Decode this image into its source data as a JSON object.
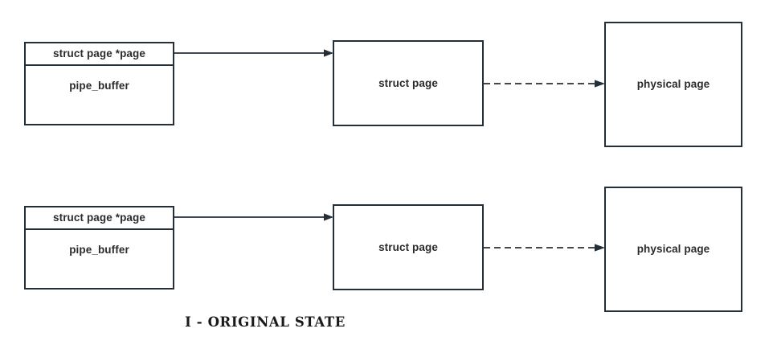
{
  "figure": {
    "caption": "I - ORIGINAL STATE",
    "background_color": "#ffffff",
    "stroke_color": "#252f38",
    "text_color": "#2b2b2b"
  },
  "rows": [
    {
      "id": "row-1",
      "pipe_buffer": {
        "header_label": "struct page *page",
        "body_label": "pipe_buffer"
      },
      "struct_page": {
        "label": "struct page"
      },
      "physical_page": {
        "label": "physical page"
      },
      "connectors": {
        "pointer_arrow": {
          "style": "solid",
          "direction": "right",
          "from": "struct page *page",
          "to": "struct page"
        },
        "mapping_arrow": {
          "style": "dashed",
          "direction": "right",
          "from": "struct page",
          "to": "physical page"
        }
      }
    },
    {
      "id": "row-2",
      "pipe_buffer": {
        "header_label": "struct page *page",
        "body_label": "pipe_buffer"
      },
      "struct_page": {
        "label": "struct page"
      },
      "physical_page": {
        "label": "physical page"
      },
      "connectors": {
        "pointer_arrow": {
          "style": "solid",
          "direction": "right",
          "from": "struct page *page",
          "to": "struct page"
        },
        "mapping_arrow": {
          "style": "dashed",
          "direction": "right",
          "from": "struct page",
          "to": "physical page"
        }
      }
    }
  ]
}
